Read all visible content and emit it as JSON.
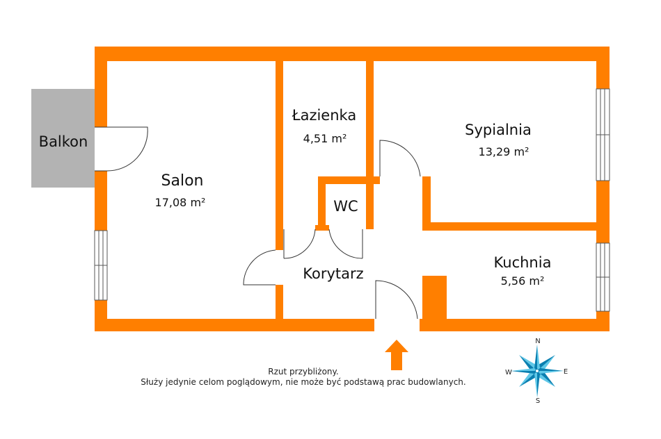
{
  "colors": {
    "wall": "#ff7f00",
    "balcony": "#b3b3b3",
    "door_line": "#333333",
    "window_line": "#555555",
    "compass_light": "#5fc8e8",
    "compass_dark": "#0a7fb0",
    "text": "#111111"
  },
  "rooms": {
    "salon": {
      "name": "Salon",
      "area": "17,08 m²"
    },
    "lazienka": {
      "name": "Łazienka",
      "area": "4,51 m²"
    },
    "sypialnia": {
      "name": "Sypialnia",
      "area": "13,29 m²"
    },
    "wc": {
      "name": "WC"
    },
    "korytarz": {
      "name": "Korytarz"
    },
    "kuchnia": {
      "name": "Kuchnia",
      "area": "5,56 m²"
    },
    "balkon": {
      "name": "Balkon"
    }
  },
  "entrance_icon": "arrow-up-icon",
  "note": {
    "line1": "Rzut przybliżony.",
    "line2": "Służy jedynie celom poglądowym, nie może być podstawą prac budowlanych."
  },
  "compass": {
    "icon": "compass-rose-icon",
    "n": "N",
    "e": "E",
    "s": "S",
    "w": "W"
  }
}
